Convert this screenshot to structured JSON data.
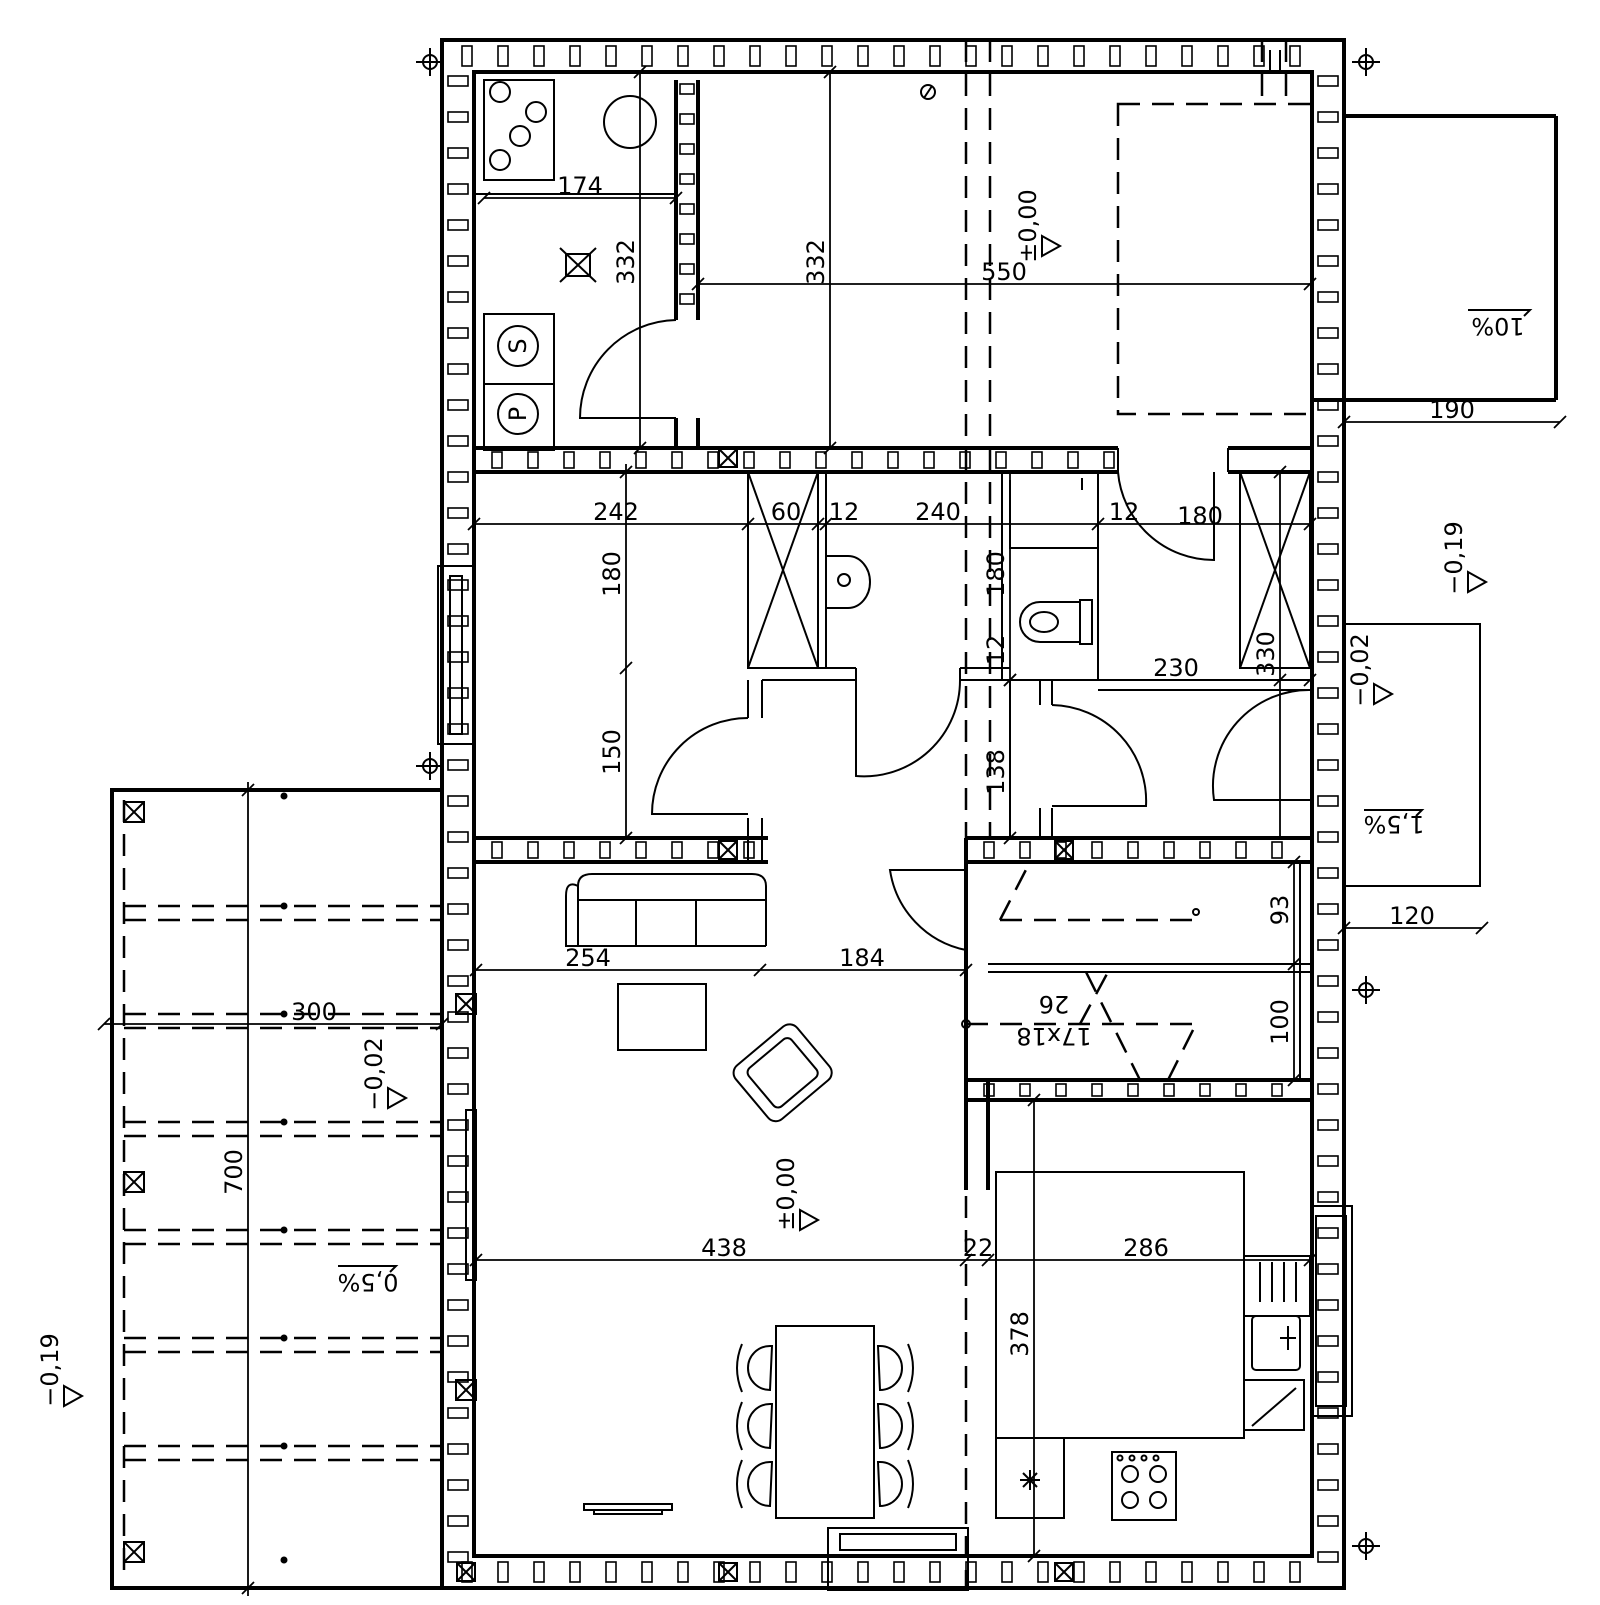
{
  "dimensions": {
    "d174": "174",
    "d332a": "332",
    "d332b": "332",
    "d550": "550",
    "d190": "190",
    "d242": "242",
    "d60": "60",
    "d12a": "12",
    "d240": "240",
    "d12b": "12",
    "d180a": "180",
    "d180b": "180",
    "d180c": "180",
    "d330": "330",
    "d150": "150",
    "d12c": "12",
    "d230": "230",
    "d138": "138",
    "d93": "93",
    "d120": "120",
    "d254": "254",
    "d184": "184",
    "d300": "300",
    "d100": "100",
    "d700": "700",
    "d438": "438",
    "d22": "22",
    "d286": "286",
    "d378": "378"
  },
  "levels": {
    "garage": "±0,00",
    "living": "±0,00",
    "ext_right": "−0,19",
    "ext_left": "−0,19",
    "entry": "−0,02",
    "terrace": "−0,02"
  },
  "slopes": {
    "driveway": "10%",
    "entry_ramp": "1,5%",
    "terrace": "0,5%"
  },
  "stair": {
    "count": "26",
    "size": "17x18"
  },
  "appliances": {
    "washer": "S",
    "dryer": "P"
  }
}
